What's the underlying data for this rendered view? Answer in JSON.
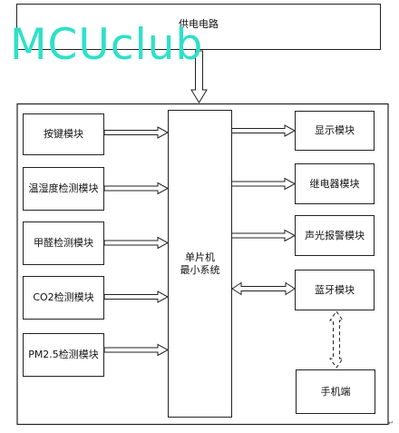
{
  "power": "供电电路",
  "watermark": "MCUclub",
  "mcu": [
    "单片机",
    "最小系统"
  ],
  "inputs": [
    "按键模块",
    "温湿度检测模块",
    "甲醛检测模块",
    "CO2检测模块",
    "PM2.5检测模块"
  ],
  "outputs": [
    "显示模块",
    "继电器模块",
    "声光报警模块",
    "蓝牙模块"
  ],
  "phone": "手机端",
  "corner": "↵"
}
